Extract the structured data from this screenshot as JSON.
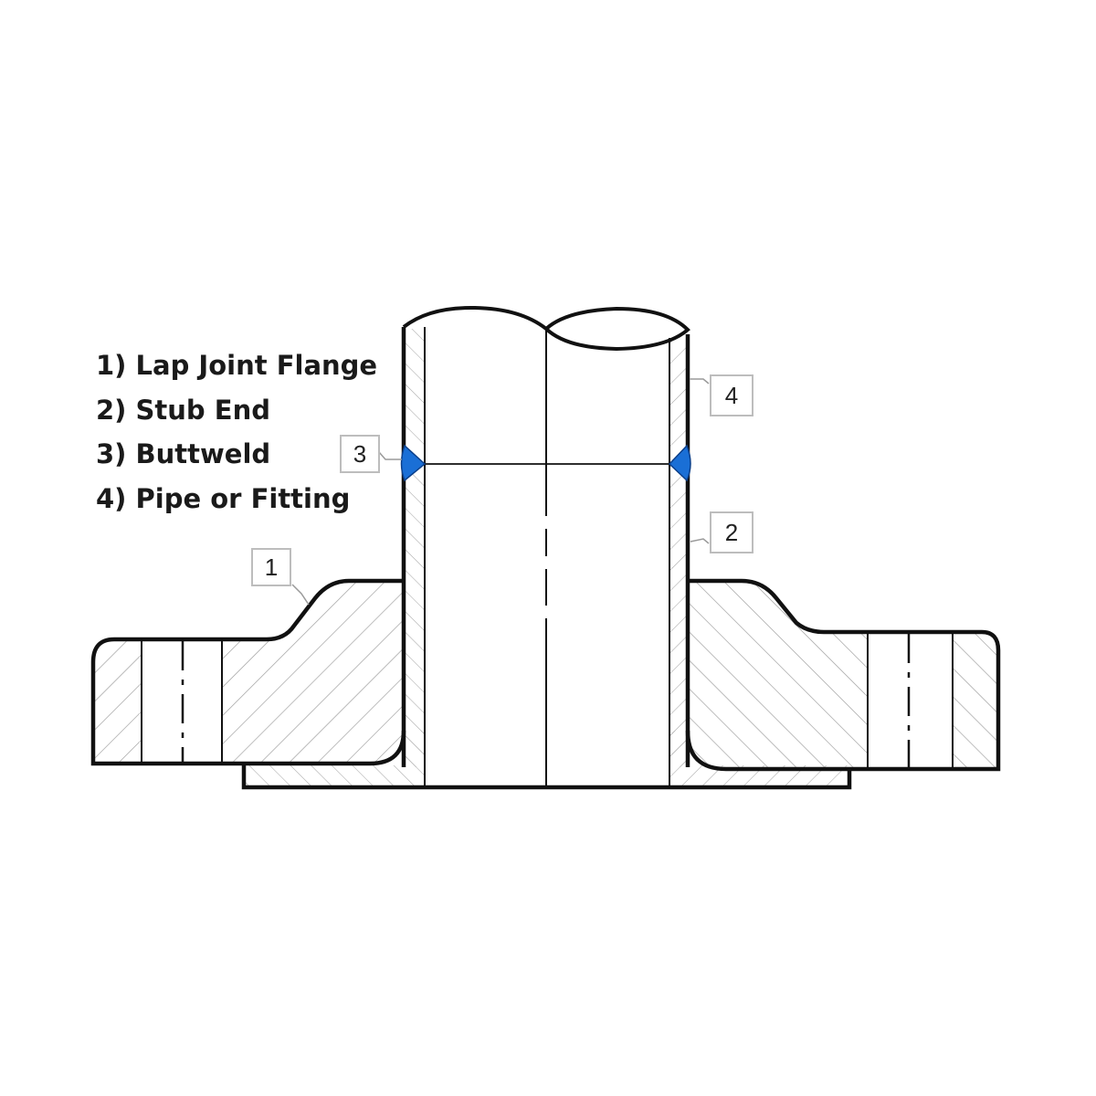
{
  "legend": {
    "items": [
      "1) Lap Joint Flange",
      "2) Stub End",
      "3) Buttweld",
      "4) Pipe or Fitting"
    ]
  },
  "callouts": {
    "flange": "1",
    "stub_end": "2",
    "buttweld": "3",
    "pipe": "4"
  },
  "colors": {
    "outline": "#111111",
    "hatch": "#9a9a9a",
    "weld": "#1a6fd6",
    "callout_border": "#bdbdbd"
  }
}
